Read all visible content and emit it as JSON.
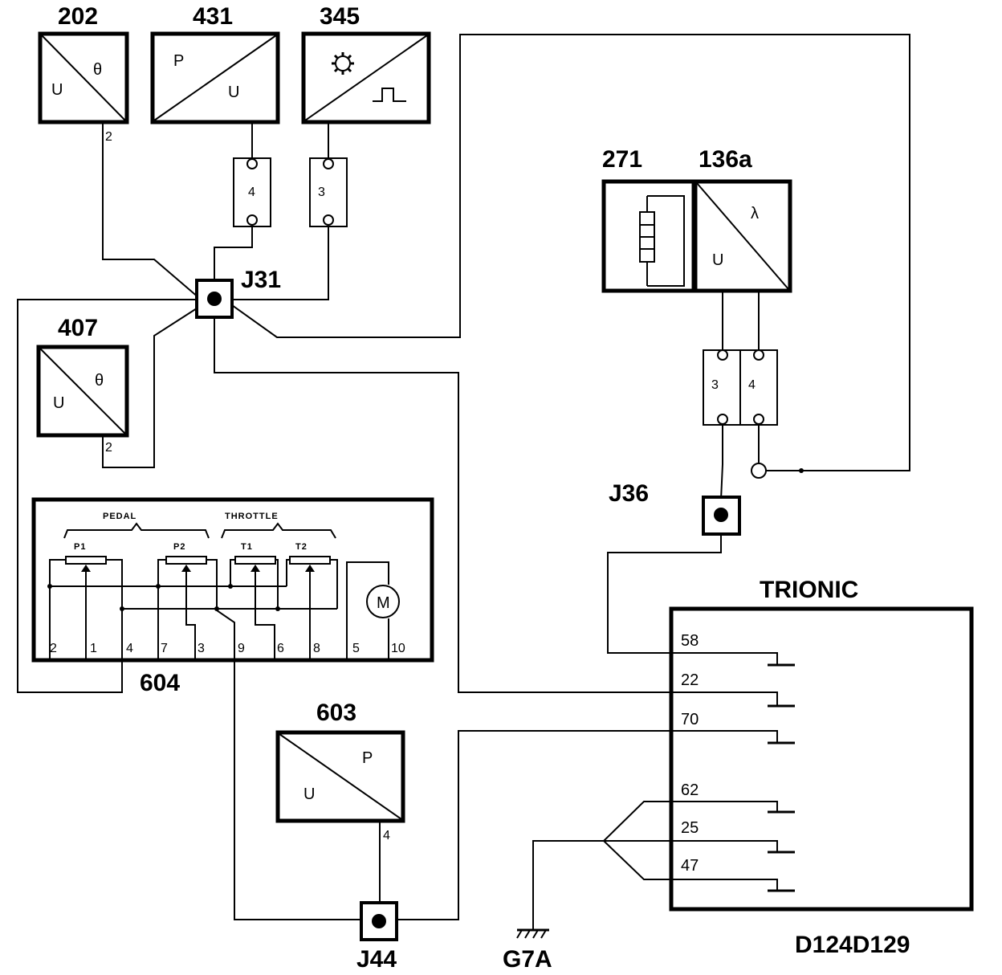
{
  "colors": {
    "line": "#000000",
    "background": "#ffffff"
  },
  "components": {
    "c202": {
      "id": "202",
      "in": "U",
      "out": "θ",
      "pin": "2"
    },
    "c431": {
      "id": "431",
      "in": "P",
      "out": "U"
    },
    "c345": {
      "id": "345",
      "icon": "toothed-wheel-icon",
      "out": "square-pulse-icon"
    },
    "c407": {
      "id": "407",
      "in": "U",
      "out": "θ",
      "pin": "2"
    },
    "c271": {
      "id": "271",
      "icon": "resistor-icon"
    },
    "c136a": {
      "id": "136a",
      "in": "U",
      "out": "λ"
    },
    "c603": {
      "id": "603",
      "in": "U",
      "out": "P",
      "pin": "4"
    },
    "c604": {
      "id": "604",
      "group_pedal": "PEDAL",
      "group_throttle": "THROTTLE",
      "sensors": [
        "P1",
        "P2",
        "T1",
        "T2"
      ],
      "motor": "M",
      "pins": [
        "2",
        "1",
        "4",
        "7",
        "3",
        "9",
        "6",
        "8",
        "5",
        "10"
      ]
    }
  },
  "connectors": {
    "c431_plug": "4",
    "c345_plug": "3",
    "c136_plug_left": "3",
    "c136_plug_right": "4"
  },
  "junctions": {
    "j31": "J31",
    "j36": "J36",
    "j44": "J44"
  },
  "ecu": {
    "name": "TRIONIC",
    "pins": [
      "58",
      "22",
      "70",
      "62",
      "25",
      "47"
    ]
  },
  "ground": "G7A",
  "diagram_ref": "D124D129"
}
